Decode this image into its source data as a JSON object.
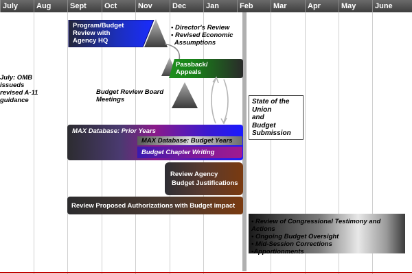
{
  "months": [
    "July",
    "Aug",
    "Sept",
    "Oct",
    "Nov",
    "Dec",
    "Jan",
    "Feb",
    "Mar",
    "Apr",
    "May",
    "June"
  ],
  "notes": {
    "july": [
      "July: OMB",
      "issueds",
      "revised A-11",
      "guidance"
    ],
    "director": [
      "• Director's Review",
      "• Revised Economic",
      "  Assumptions"
    ],
    "budget_review_board": [
      "Budget Review Board",
      "Meetings"
    ]
  },
  "boxes": {
    "program_budget": [
      "Program/Budget",
      "Review with",
      "Agency HQ"
    ],
    "passback": [
      "Passback/",
      "Appeals"
    ],
    "max_prior": "MAX Database: Prior Years",
    "max_budget": "MAX Database: Budget Years",
    "chapter_writing": "Budget Chapter Writing",
    "review_agency": [
      "Review Agency",
      "Budget Justifications"
    ],
    "review_authorizations": "Review Proposed Authorizations with Budget impact",
    "state_union": [
      "State of the",
      "Union",
      "and",
      "Budget",
      "Submission"
    ],
    "spring_tasks": [
      "• Review of Congressional Testimony and Actions",
      "• Ongoing Budget Oversight",
      "• Mid-Session Corrections",
      "•Apportionments"
    ]
  }
}
